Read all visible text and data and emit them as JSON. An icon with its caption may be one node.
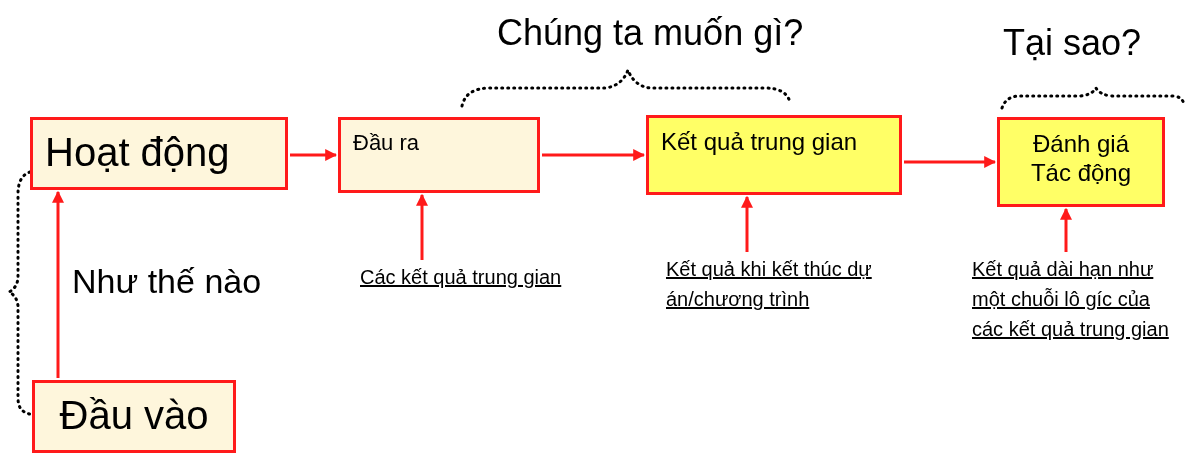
{
  "diagram": {
    "nodes": [
      {
        "text": [
          "Hoạt động"
        ]
      },
      {
        "text": [
          "Đầu ra"
        ]
      },
      {
        "text": [
          "Kết quả trung gian"
        ]
      },
      {
        "text": [
          "Đánh giá Tác động"
        ]
      },
      {
        "text": [
          "Đầu vào"
        ]
      },
      {
        "text": [
          "Các kết quả trung gian"
        ]
      },
      {
        "text": [
          "Kết quả khi kết thúc dự án/chương trình"
        ]
      },
      {
        "text": [
          "Kết quả dài hạn như một chuỗi lô gíc của các kết quả trung gian"
        ]
      }
    ],
    "edges": [
      {
        "from": 0,
        "to": 1,
        "arrow": "to"
      },
      {
        "from": 1,
        "to": 2,
        "arrow": "to"
      },
      {
        "from": 2,
        "to": 3,
        "arrow": "to"
      },
      {
        "from": 4,
        "to": 0,
        "arrow": "to"
      },
      {
        "from": 5,
        "to": 1,
        "arrow": "to"
      },
      {
        "from": 6,
        "to": 2,
        "arrow": "to"
      },
      {
        "from": 7,
        "to": 3,
        "arrow": "to"
      }
    ],
    "labels": [
      "Chúng ta muốn gì?",
      "Tại sao?",
      "Như thế nào"
    ]
  }
}
